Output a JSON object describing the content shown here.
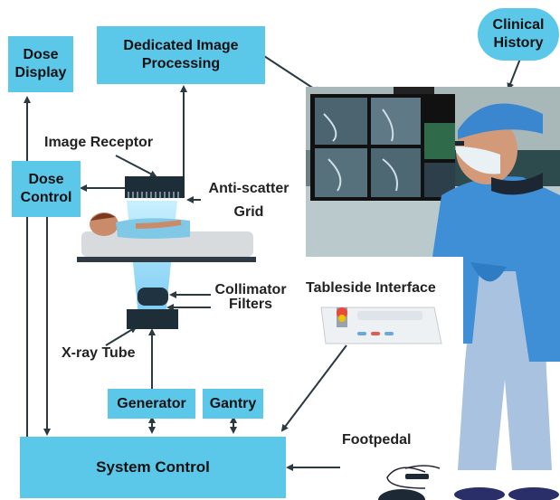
{
  "boxes": {
    "dose_display": "Dose Display",
    "image_processing": "Dedicated Image Processing",
    "clinical_history": "Clinical History",
    "dose_control": "Dose Control",
    "generator": "Generator",
    "gantry": "Gantry",
    "system_control": "System Control"
  },
  "labels": {
    "image_receptor": "Image Receptor",
    "anti_scatter_grid": "Anti-scatter Grid",
    "collimator_filters": "Collimator Filters",
    "xray_tube": "X-ray Tube",
    "tableside_interface": "Tableside Interface",
    "footpedal": "Footpedal"
  },
  "colors": {
    "box_fill": "#5bc8ea",
    "arrow": "#2b3940",
    "scrubs": "#3f8fd6",
    "beam": "#9fdfff"
  }
}
